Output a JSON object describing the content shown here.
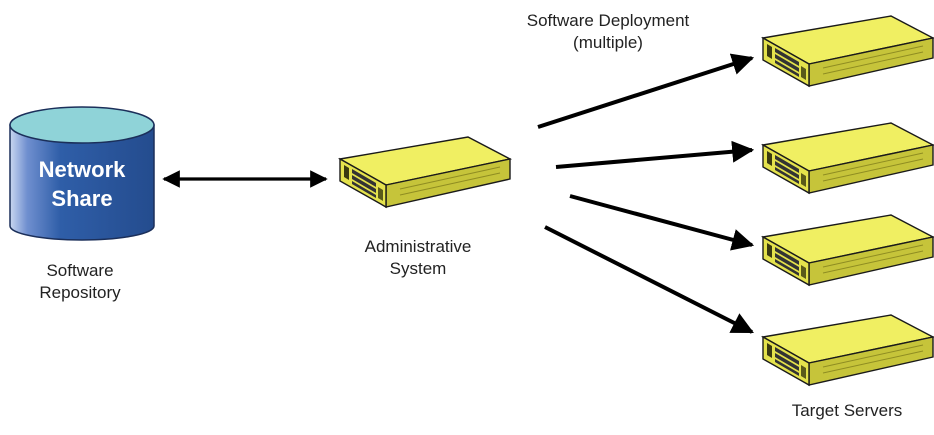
{
  "diagram": {
    "deployment_label": [
      "Software Deployment",
      "(multiple)"
    ],
    "repository": {
      "cylinder_text": [
        "Network",
        "Share"
      ],
      "label": [
        "Software",
        "Repository"
      ]
    },
    "admin": {
      "label": [
        "Administrative",
        "System"
      ]
    },
    "targets": {
      "label": "Target Servers",
      "count": 4
    }
  },
  "colors": {
    "server_body": "#f0ef62",
    "server_side": "#c6c43a",
    "cylinder_front": "#2f5ea8",
    "cylinder_top": "#8fd3d8",
    "arrow": "#000000"
  },
  "icons": [
    "database-cylinder-icon",
    "rack-server-icon",
    "arrow"
  ]
}
